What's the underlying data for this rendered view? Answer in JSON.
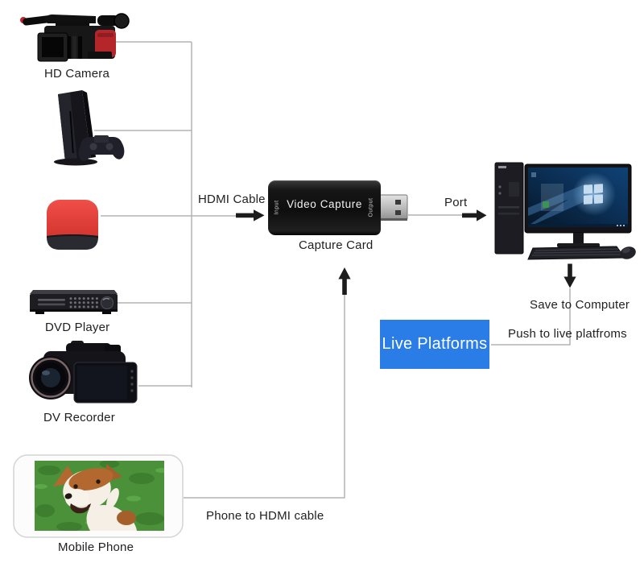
{
  "labels": {
    "hd_camera": "HD Camera",
    "dvd_player": "DVD Player",
    "dv_recorder": "DV Recorder",
    "mobile_phone": "Mobile Phone",
    "hdmi_cable": "HDMI Cable",
    "capture_card": "Capture Card",
    "port": "Port",
    "save_to_computer": "Save to Computer",
    "push_to_live_platforms": "Push to live platfroms",
    "phone_to_hdmi_cable": "Phone to HDMI cable"
  },
  "capture_card_device": {
    "title": "Video Capture",
    "input": "Input",
    "output": "Output"
  },
  "live_platforms": {
    "label": "Live Platforms"
  },
  "colors": {
    "connector_line": "#b3b3b3",
    "arrow": "#1c1c1c",
    "label_text": "#1f1f1f",
    "live_box_background": "#2a7ce6",
    "live_box_text": "#ffffff",
    "card_body": "#121212",
    "red_device": "#d93a33"
  }
}
